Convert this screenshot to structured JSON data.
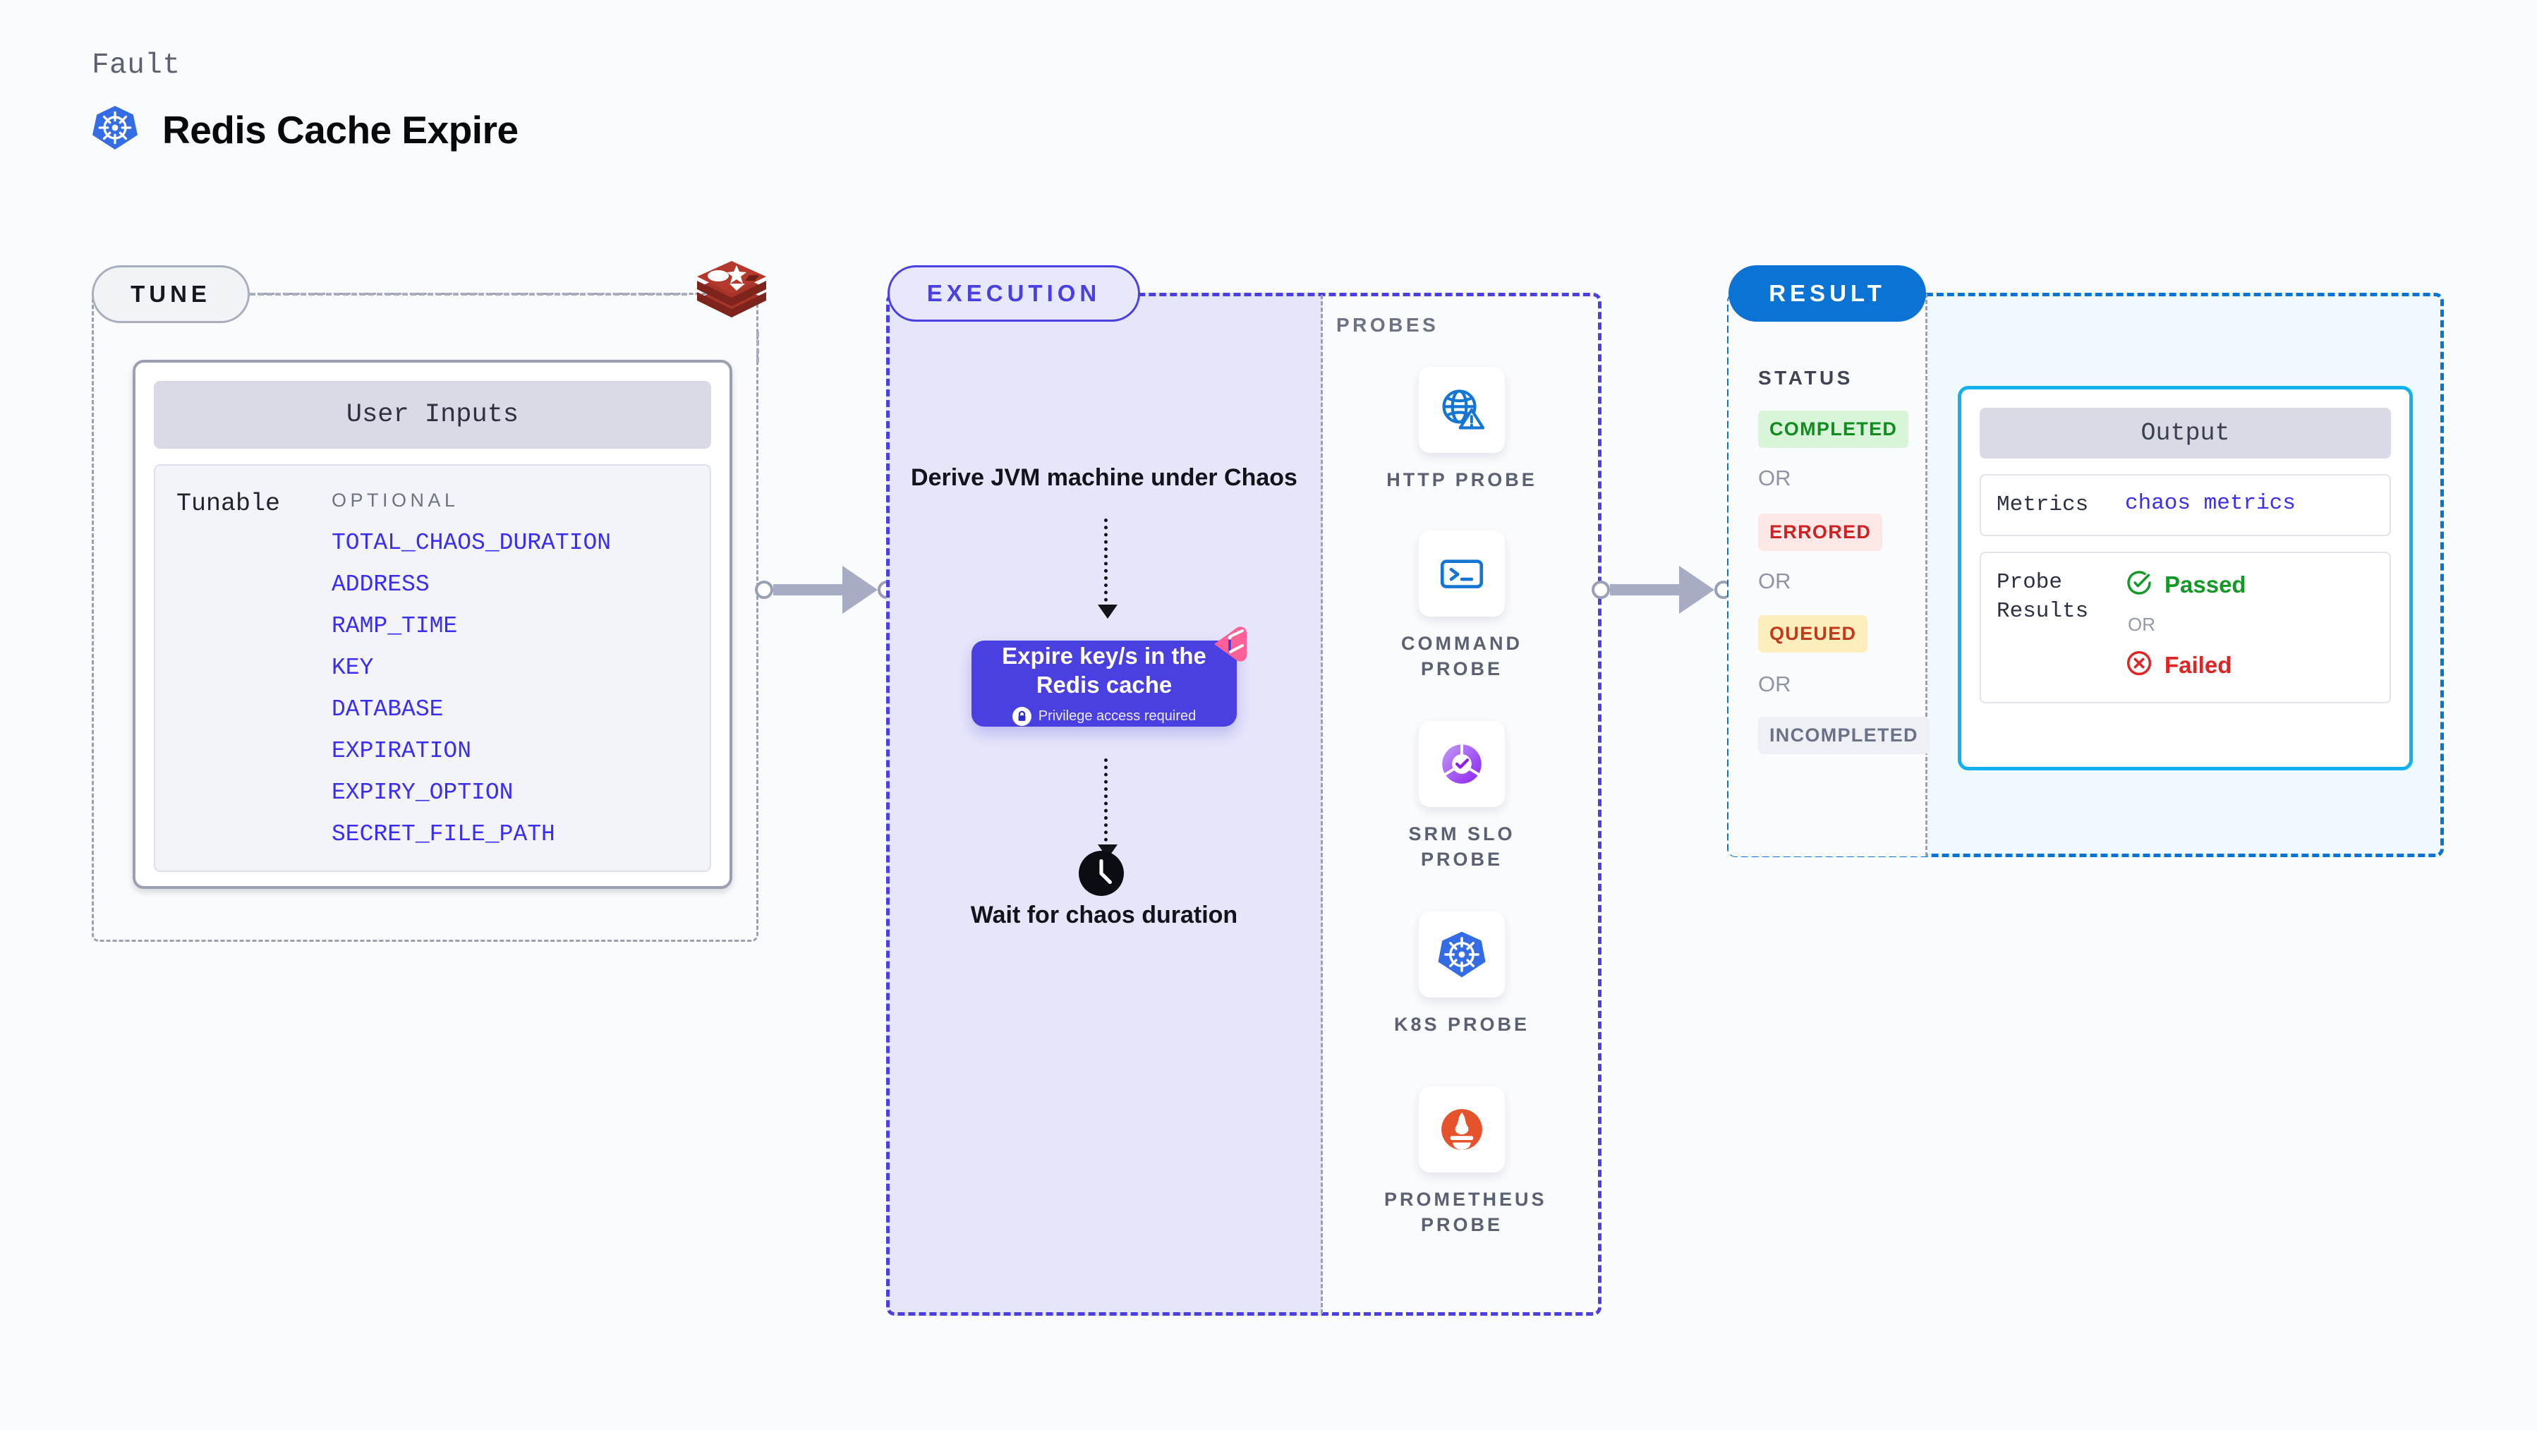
{
  "header": {
    "eyebrow": "Fault",
    "title": "Redis Cache Expire",
    "icon": "kubernetes-icon"
  },
  "colors": {
    "page_bg": "#fafbfd",
    "tune_border": "#9aa0b0",
    "execution_accent": "#4a3fe0",
    "execution_fill": "#e6e6fb",
    "result_accent": "#0b73d4",
    "result_fill": "#eefafe",
    "output_border": "#12b0ef",
    "tunable_text": "#3a2ff0",
    "redis_red": "#a32b22",
    "chaos_pink": "#ff6196",
    "passed_green": "#139a26",
    "failed_red": "#e02424"
  },
  "tune": {
    "pill_label": "TUNE",
    "card_title": "User Inputs",
    "group_label": "Tunable",
    "column_header": "OPTIONAL",
    "items": [
      {
        "name": "TOTAL_CHAOS_DURATION",
        "gap_before": false
      },
      {
        "name": "ADDRESS",
        "gap_before": false
      },
      {
        "name": "RAMP_TIME",
        "gap_before": false
      },
      {
        "name": "KEY",
        "gap_before": false
      },
      {
        "name": "DATABASE",
        "gap_before": true
      },
      {
        "name": "EXPIRATION",
        "gap_before": false
      },
      {
        "name": "EXPIRY_OPTION",
        "gap_before": false
      },
      {
        "name": "SECRET_FILE_PATH",
        "gap_before": true
      }
    ],
    "target_icon": "redis-logo"
  },
  "execution": {
    "pill_label": "EXECUTION",
    "step_top": "Derive JVM machine under Chaos",
    "action_card": {
      "title": "Expire key/s in the Redis cache",
      "note": "Privilege access required",
      "note_icon": "lock-icon",
      "corner_icon": "chaos-badge-icon"
    },
    "step_bottom": "Wait for chaos duration",
    "wait_icon": "clock-icon"
  },
  "probes": {
    "section_label": "PROBES",
    "items": [
      {
        "label": "HTTP PROBE",
        "icon": "globe-warning-icon"
      },
      {
        "label": "COMMAND PROBE",
        "icon": "terminal-icon"
      },
      {
        "label": "SRM SLO PROBE",
        "icon": "slo-donut-check-icon"
      },
      {
        "label": "K8S PROBE",
        "icon": "kubernetes-icon"
      },
      {
        "label": "PROMETHEUS PROBE",
        "icon": "prometheus-icon"
      }
    ]
  },
  "result": {
    "pill_label": "RESULT",
    "status_header": "STATUS",
    "or_label": "OR",
    "statuses": [
      {
        "label": "COMPLETED",
        "bg": "#d8f5da",
        "fg": "#128c1f"
      },
      {
        "label": "ERRORED",
        "bg": "#fde8e8",
        "fg": "#cf2222"
      },
      {
        "label": "QUEUED",
        "bg": "#fdeebd",
        "fg": "#c23a1b"
      },
      {
        "label": "INCOMPLETED",
        "bg": "#eff0f5",
        "fg": "#6b7186"
      }
    ],
    "output": {
      "title": "Output",
      "metrics_key": "Metrics",
      "metrics_value": "chaos metrics",
      "probe_results_key": "Probe Results",
      "passed_label": "Passed",
      "failed_label": "Failed",
      "or_label": "OR",
      "passed_icon": "check-circle-icon",
      "failed_icon": "x-circle-icon"
    }
  }
}
